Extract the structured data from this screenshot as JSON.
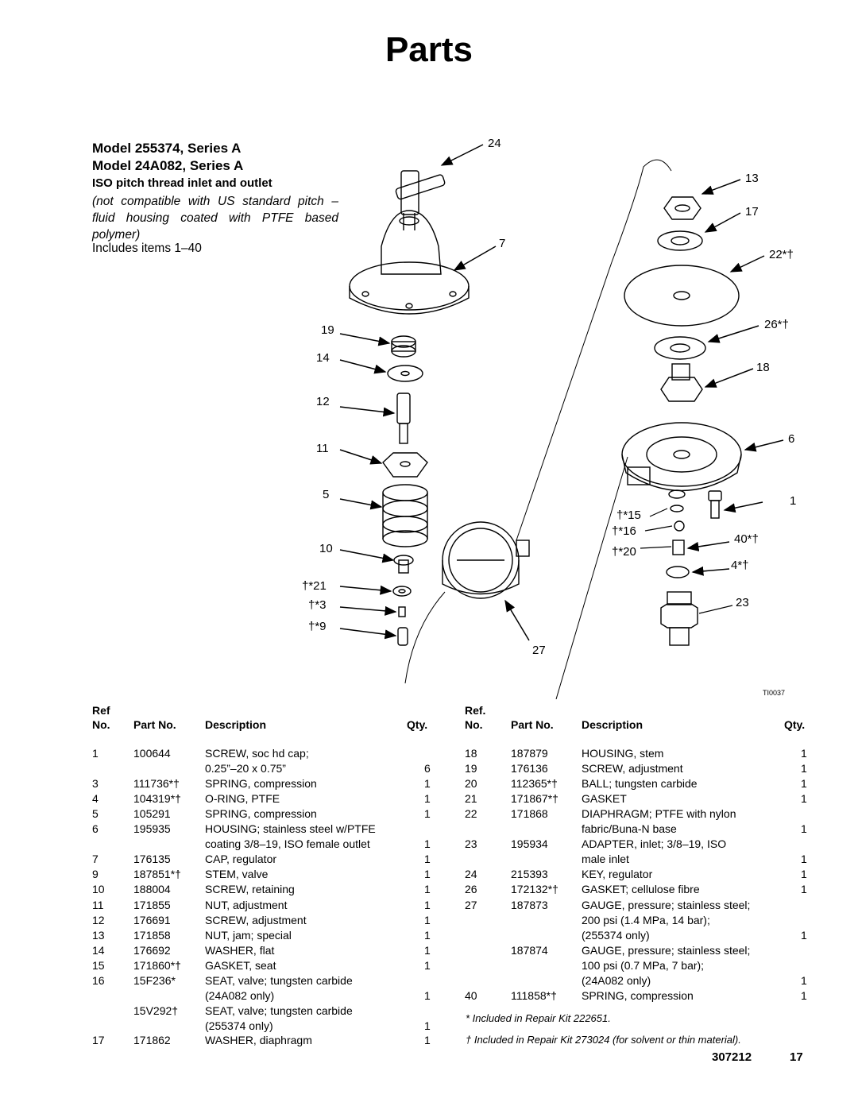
{
  "page": {
    "title": "Parts",
    "model1": "Model 255374, Series A",
    "model2": "Model 24A082, Series A",
    "iso": "ISO pitch thread inlet and outlet",
    "note": "(not compatible with US standard pitch – fluid housing coated with PTFE based polymer)",
    "includes": "Includes items 1–40",
    "ti_ref": "TI0037",
    "doc_no": "307212",
    "page_no": "17"
  },
  "callouts": [
    {
      "id": "c24",
      "text": "24"
    },
    {
      "id": "c13",
      "text": "13"
    },
    {
      "id": "c17",
      "text": "17"
    },
    {
      "id": "c7",
      "text": "7"
    },
    {
      "id": "c22",
      "text": "22*†"
    },
    {
      "id": "c19",
      "text": "19"
    },
    {
      "id": "c26",
      "text": "26*†"
    },
    {
      "id": "c14",
      "text": "14"
    },
    {
      "id": "c18",
      "text": "18"
    },
    {
      "id": "c12",
      "text": "12"
    },
    {
      "id": "c11",
      "text": "11"
    },
    {
      "id": "c6",
      "text": "6"
    },
    {
      "id": "c5",
      "text": "5"
    },
    {
      "id": "c1",
      "text": "1"
    },
    {
      "id": "c15",
      "text": "†*15"
    },
    {
      "id": "c16",
      "text": "†*16"
    },
    {
      "id": "c40",
      "text": "40*†"
    },
    {
      "id": "c10",
      "text": "10"
    },
    {
      "id": "c20",
      "text": "†*20"
    },
    {
      "id": "c4",
      "text": "4*†"
    },
    {
      "id": "c21",
      "text": "†*21"
    },
    {
      "id": "c3",
      "text": "†*3"
    },
    {
      "id": "c23",
      "text": "23"
    },
    {
      "id": "c9",
      "text": "†*9"
    },
    {
      "id": "c27",
      "text": "27"
    }
  ],
  "table_headers": {
    "ref1": "Ref",
    "ref2": "Ref.",
    "no": "No.",
    "part_no": "Part No.",
    "description": "Description",
    "qty": "Qty."
  },
  "left_rows": [
    [
      "1",
      "100644",
      "SCREW, soc hd cap;",
      ""
    ],
    [
      "",
      "",
      "0.25”–20 x 0.75”",
      "6"
    ],
    [
      "3",
      "111736*†",
      "SPRING, compression",
      "1"
    ],
    [
      "4",
      "104319*†",
      "O-RING, PTFE",
      "1"
    ],
    [
      "5",
      "105291",
      "SPRING, compression",
      "1"
    ],
    [
      "6",
      "195935",
      "HOUSING; stainless steel w/PTFE",
      ""
    ],
    [
      "",
      "",
      "coating 3/8–19, ISO female outlet",
      "1"
    ],
    [
      "7",
      "176135",
      "CAP, regulator",
      "1"
    ],
    [
      "9",
      "187851*†",
      "STEM, valve",
      "1"
    ],
    [
      "10",
      "188004",
      "SCREW, retaining",
      "1"
    ],
    [
      "11",
      "171855",
      "NUT, adjustment",
      "1"
    ],
    [
      "12",
      "176691",
      "SCREW, adjustment",
      "1"
    ],
    [
      "13",
      "171858",
      "NUT, jam; special",
      "1"
    ],
    [
      "14",
      "176692",
      "WASHER, flat",
      "1"
    ],
    [
      "15",
      "171860*†",
      "GASKET, seat",
      "1"
    ],
    [
      "16",
      "15F236*",
      "SEAT, valve; tungsten carbide",
      ""
    ],
    [
      "",
      "",
      "(24A082 only)",
      "1"
    ],
    [
      "",
      "15V292†",
      "SEAT, valve; tungsten carbide",
      ""
    ],
    [
      "",
      "",
      "(255374 only)",
      "1"
    ],
    [
      "17",
      "171862",
      "WASHER, diaphragm",
      "1"
    ]
  ],
  "right_rows": [
    [
      "18",
      "187879",
      "HOUSING, stem",
      "1"
    ],
    [
      "19",
      "176136",
      "SCREW, adjustment",
      "1"
    ],
    [
      "20",
      "112365*†",
      "BALL; tungsten carbide",
      "1"
    ],
    [
      "21",
      "171867*†",
      "GASKET",
      "1"
    ],
    [
      "22",
      "171868",
      "DIAPHRAGM; PTFE with nylon",
      ""
    ],
    [
      "",
      "",
      "fabric/Buna-N base",
      "1"
    ],
    [
      "23",
      "195934",
      "ADAPTER, inlet; 3/8–19, ISO",
      ""
    ],
    [
      "",
      "",
      "male inlet",
      "1"
    ],
    [
      "24",
      "215393",
      "KEY, regulator",
      "1"
    ],
    [
      "26",
      "172132*†",
      "GASKET; cellulose fibre",
      "1"
    ],
    [
      "27",
      "187873",
      "GAUGE, pressure; stainless steel;",
      ""
    ],
    [
      "",
      "",
      "200 psi (1.4 MPa, 14 bar);",
      ""
    ],
    [
      "",
      "",
      "(255374 only)",
      "1"
    ],
    [
      "",
      "187874",
      "GAUGE, pressure; stainless steel;",
      ""
    ],
    [
      "",
      "",
      "100 psi (0.7 MPa, 7 bar);",
      ""
    ],
    [
      "",
      "",
      "(24A082 only)",
      "1"
    ],
    [
      "40",
      "111858*†",
      "SPRING, compression",
      "1"
    ]
  ],
  "footnotes": {
    "star": "* Included in Repair Kit 222651.",
    "dagger": "† Included in Repair Kit 273024 (for solvent or thin material)."
  }
}
